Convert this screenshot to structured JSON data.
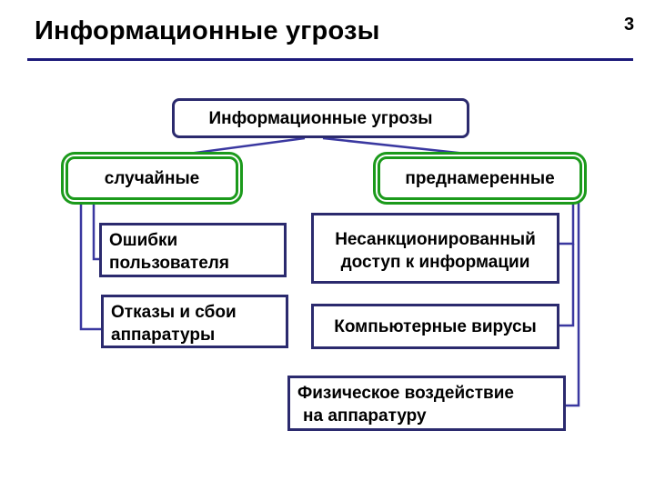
{
  "slide": {
    "title": "Информационные угрозы",
    "page_number": "3"
  },
  "tree": {
    "root": "Информационные угрозы",
    "categories": [
      {
        "label": "случайные",
        "items": [
          [
            "Ошибки",
            "пользователя"
          ],
          [
            "Отказы и сбои",
            "аппаратуры"
          ]
        ]
      },
      {
        "label": "преднамеренные",
        "items": [
          [
            "Несанкционированный",
            "доступ к информации"
          ],
          [
            "Компьютерные вирусы"
          ],
          [
            "Физическое воздействие",
            "на аппаратуру"
          ]
        ]
      }
    ]
  },
  "colors": {
    "box_border": "#2b2a6e",
    "category_border": "#1b9a1b",
    "title_rule": "#1c1a7a",
    "connector": "#3a38a0"
  }
}
